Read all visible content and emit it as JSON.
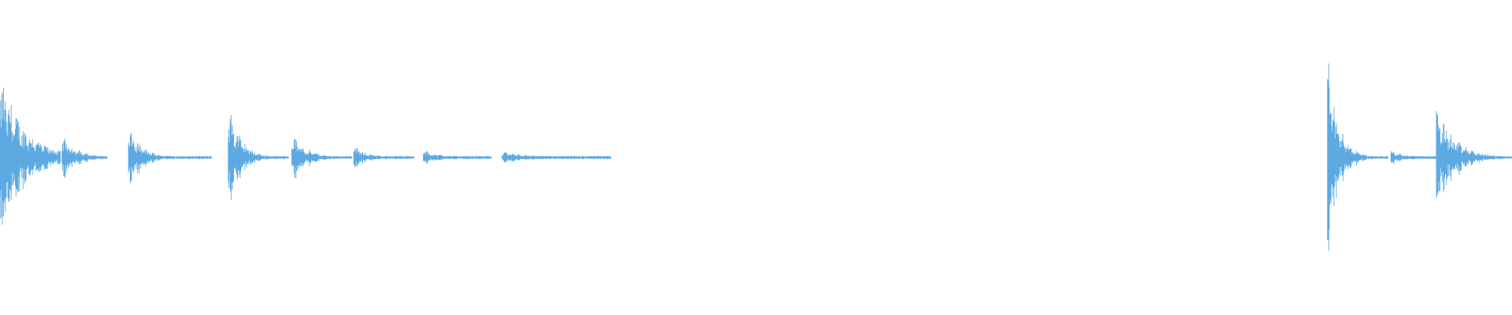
{
  "waveform": {
    "color": "#5DA9E1",
    "background": "#ffffff",
    "clips": [
      {
        "events": [
          {
            "start": 0.0,
            "peak": 0.56,
            "decay": 0.016,
            "length": 0.04
          },
          {
            "start": 0.041,
            "peak": 0.15,
            "decay": 0.01,
            "length": 0.03
          },
          {
            "start": 0.085,
            "peak": 0.2,
            "decay": 0.009,
            "length": 0.055
          },
          {
            "start": 0.151,
            "peak": 0.37,
            "decay": 0.008,
            "length": 0.04
          },
          {
            "start": 0.193,
            "peak": 0.16,
            "decay": 0.01,
            "length": 0.04
          },
          {
            "start": 0.234,
            "peak": 0.08,
            "decay": 0.009,
            "length": 0.04
          },
          {
            "start": 0.28,
            "peak": 0.05,
            "decay": 0.012,
            "length": 0.045
          },
          {
            "start": 0.332,
            "peak": 0.04,
            "decay": 0.02,
            "length": 0.072
          }
        ]
      },
      {
        "events": [
          {
            "start": 0.878,
            "peak": 0.7,
            "decay": 0.007,
            "length": 0.04
          },
          {
            "start": 0.92,
            "peak": 0.05,
            "decay": 0.01,
            "length": 0.03
          },
          {
            "start": 0.95,
            "peak": 0.35,
            "decay": 0.012,
            "length": 0.05
          }
        ]
      }
    ]
  }
}
